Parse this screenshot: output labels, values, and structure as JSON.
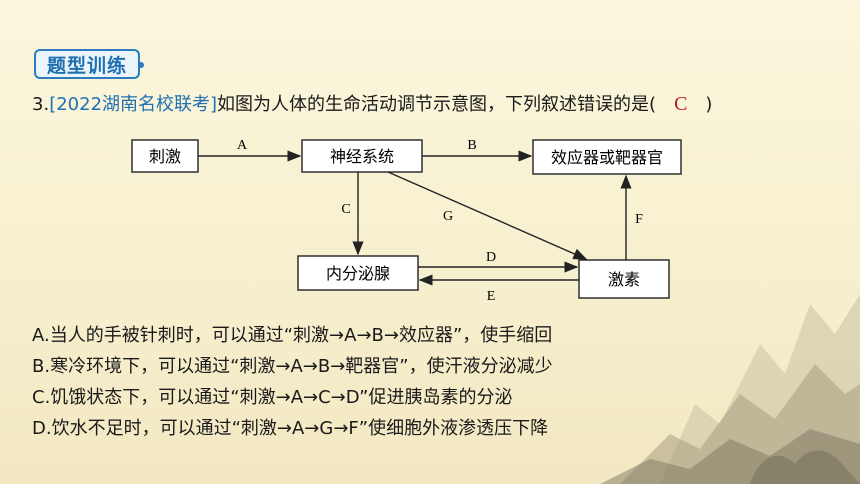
{
  "badge": {
    "label": "题型训练"
  },
  "question": {
    "number": "3.",
    "source": "[2022湖南名校联考]",
    "text": "如图为人体的生命活动调节示意图，下列叙述错误的是(",
    "answer": "C",
    "close": ")"
  },
  "diagram": {
    "nodes": {
      "stimulus": "刺激",
      "nervous": "神经系统",
      "effector": "效应器或靶器官",
      "gland": "内分泌腺",
      "hormone": "激素"
    },
    "edges": {
      "A": "A",
      "B": "B",
      "C": "C",
      "D": "D",
      "E": "E",
      "F": "F",
      "G": "G"
    }
  },
  "options": [
    "A.当人的手被针刺时，可以通过“刺激→A→B→效应器”，使手缩回",
    "B.寒冷环境下，可以通过“刺激→A→B→靶器官”，使汗液分泌减少",
    "C.饥饿状态下，可以通过“刺激→A→C→D”促进胰岛素的分泌",
    "D.饮水不足时，可以通过“刺激→A→G→F”使细胞外液渗透压下降"
  ]
}
